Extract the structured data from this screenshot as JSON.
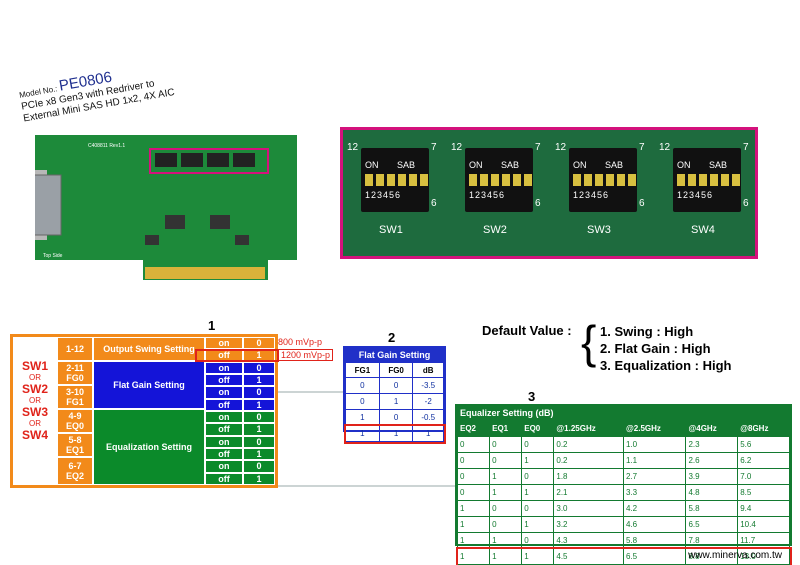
{
  "product": {
    "model_prefix": "Model No.:",
    "model": "PE0806",
    "line1": "PCIe x8 Gen3 with Redriver to",
    "line2": "External Mini SAS HD 1x2, 4X AIC"
  },
  "board": {
    "revision": "C408811 Rev1.1",
    "side": "Top Side"
  },
  "dip_switches": [
    {
      "name": "SW1",
      "left_num": "12",
      "right_num": "7",
      "bottom_num": "6",
      "on": "ON",
      "sab": "SAB",
      "digits": "123456"
    },
    {
      "name": "SW2",
      "left_num": "12",
      "right_num": "7",
      "bottom_num": "6",
      "on": "ON",
      "sab": "SAB",
      "digits": "123456"
    },
    {
      "name": "SW3",
      "left_num": "12",
      "right_num": "7",
      "bottom_num": "6",
      "on": "ON",
      "sab": "SAB",
      "digits": "123456"
    },
    {
      "name": "SW4",
      "left_num": "12",
      "right_num": "7",
      "bottom_num": "6",
      "on": "ON",
      "sab": "SAB",
      "digits": "123456"
    }
  ],
  "captions": {
    "c1": "1",
    "c2": "2",
    "c3": "3"
  },
  "switch_labels": {
    "sw1": "SW1",
    "sw2": "SW2",
    "sw3": "SW3",
    "sw4": "SW4",
    "or": "OR"
  },
  "main_table": {
    "rows": [
      {
        "pin": "1-12",
        "setting": "Output Swing Setting",
        "state": "on",
        "val": "0",
        "note": "800 mVp-p"
      },
      {
        "pin": "",
        "setting": "",
        "state": "off",
        "val": "1",
        "note": "1200 mVp-p"
      },
      {
        "pin": "2-11",
        "pin2": "FG0",
        "setting": "Flat Gain Setting",
        "state": "on",
        "val": "0"
      },
      {
        "state": "off",
        "val": "1"
      },
      {
        "pin": "3-10",
        "pin2": "FG1",
        "state": "on",
        "val": "0"
      },
      {
        "state": "off",
        "val": "1"
      },
      {
        "pin": "4-9",
        "pin2": "EQ0",
        "setting": "Equalization Setting",
        "state": "on",
        "val": "0"
      },
      {
        "state": "off",
        "val": "1"
      },
      {
        "pin": "5-8",
        "pin2": "EQ1",
        "state": "on",
        "val": "0"
      },
      {
        "state": "off",
        "val": "1"
      },
      {
        "pin": "6-7",
        "pin2": "EQ2",
        "state": "on",
        "val": "0"
      },
      {
        "state": "off",
        "val": "1"
      }
    ]
  },
  "flat_gain": {
    "title": "Flat Gain Setting",
    "headers": [
      "FG1",
      "FG0",
      "dB"
    ],
    "rows": [
      [
        "0",
        "0",
        "-3.5"
      ],
      [
        "0",
        "1",
        "-2"
      ],
      [
        "1",
        "0",
        "-0.5"
      ],
      [
        "1",
        "1",
        "1"
      ]
    ]
  },
  "equalizer": {
    "title": "Equalizer Setting (dB)",
    "headers": [
      "EQ2",
      "EQ1",
      "EQ0",
      "@1.25GHz",
      "@2.5GHz",
      "@4GHz",
      "@8GHz"
    ],
    "rows": [
      [
        "0",
        "0",
        "0",
        "0.2",
        "1.0",
        "2.3",
        "5.6"
      ],
      [
        "0",
        "0",
        "1",
        "0.2",
        "1.1",
        "2.6",
        "6.2"
      ],
      [
        "0",
        "1",
        "0",
        "1.8",
        "2.7",
        "3.9",
        "7.0"
      ],
      [
        "0",
        "1",
        "1",
        "2.1",
        "3.3",
        "4.8",
        "8.5"
      ],
      [
        "1",
        "0",
        "0",
        "3.0",
        "4.2",
        "5.8",
        "9.4"
      ],
      [
        "1",
        "0",
        "1",
        "3.2",
        "4.6",
        "6.5",
        "10.4"
      ],
      [
        "1",
        "1",
        "0",
        "4.3",
        "5.8",
        "7.8",
        "11.7"
      ],
      [
        "1",
        "1",
        "1",
        "4.5",
        "6.5",
        "8.8",
        "13.0"
      ]
    ]
  },
  "defaults": {
    "label": "Default Value :",
    "items": [
      "1. Swing : High",
      "2. Flat Gain : High",
      "3. Equalization : High"
    ]
  },
  "url": "www.minerva.com.tw",
  "colors": {
    "orange": "#f28a1a",
    "blue": "#1414d8",
    "green": "#0b8a2a",
    "red": "#e0231a",
    "magenta": "#d4127c"
  }
}
